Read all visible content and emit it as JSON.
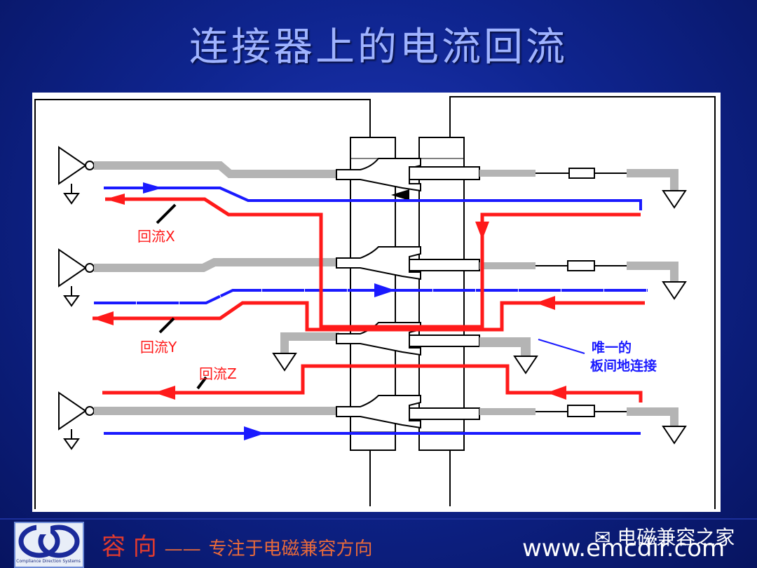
{
  "slide": {
    "title": "连接器上的电流回流",
    "labels": {
      "return_x": "回流X",
      "return_y": "回流Y",
      "return_z": "回流Z",
      "annotation_line1": "唯一的",
      "annotation_line2": "板间地连接"
    }
  },
  "footer": {
    "logo_tagline": "Compliance Direction Systems",
    "slogan_left": "容 向",
    "slogan_dash": "——",
    "slogan_right": "专注于电磁兼容方向",
    "watermark": "电磁兼容之家",
    "website": "www.emcdir.com"
  },
  "colors": {
    "background": "#0f2590",
    "title": "#9fb3ff",
    "signal_line": "#1a1aff",
    "return_line": "#ff1a1a",
    "connector_grey": "#b4b4b4",
    "slogan": "#e23b2e"
  }
}
